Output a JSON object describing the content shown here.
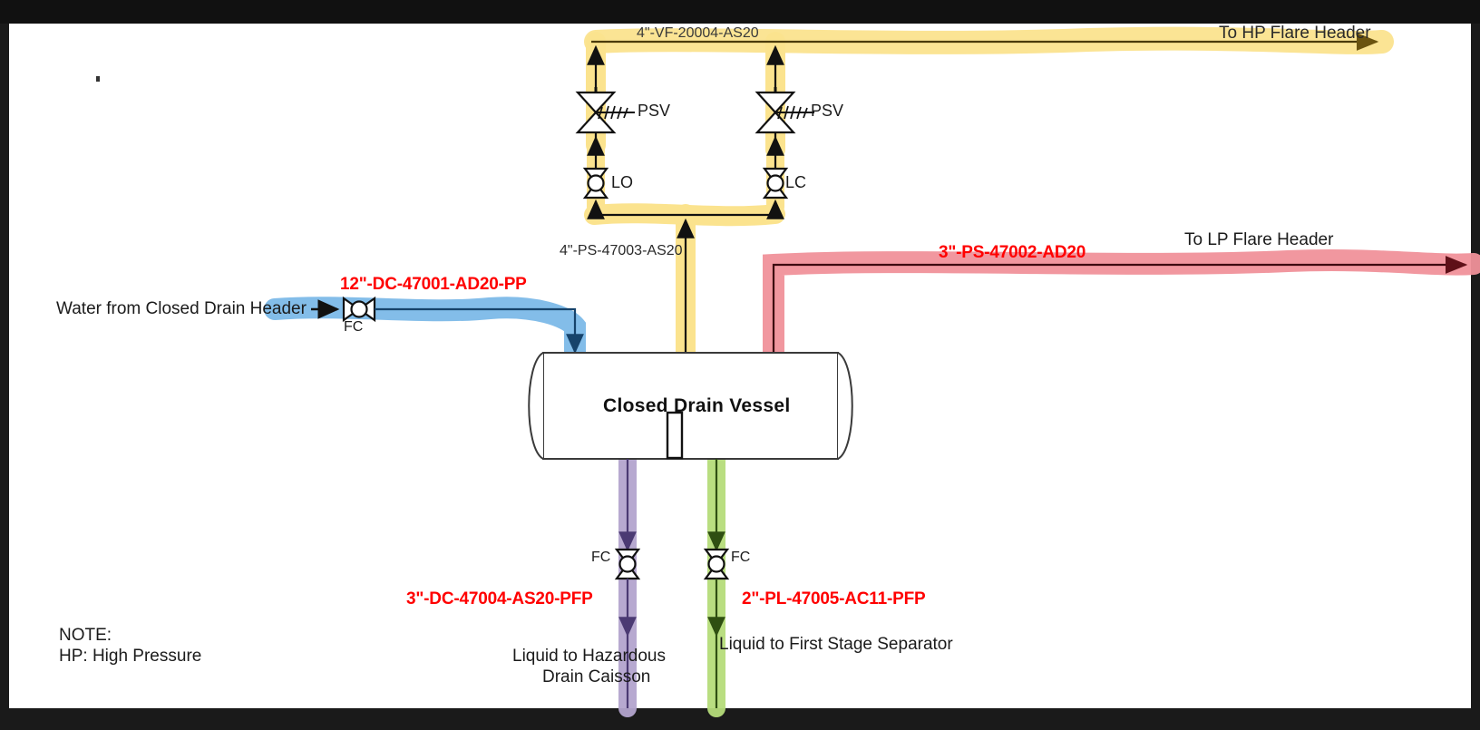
{
  "diagram": {
    "type": "P&ID",
    "title": "Closed Drain Vessel",
    "dot_marker": ".",
    "note": {
      "heading": "NOTE:",
      "lines": [
        "HP: High Pressure"
      ]
    },
    "equipment": [
      {
        "id": "closed-drain-vessel",
        "label": "Closed Drain Vessel",
        "shape": "horizontal-drum"
      }
    ],
    "lines": [
      {
        "id": "hp-flare-header",
        "tag": "4\"-VF-20004-AS20",
        "color": "#fbe38e",
        "line_color": "#8a6d14",
        "destination": "To HP Flare Header",
        "service": "vent-flare"
      },
      {
        "id": "psv-inlet-header",
        "tag": "4\"-PS-47003-AS20",
        "color": "#fbe38e",
        "line_color": "#8a6d14",
        "service": "pressure-safety"
      },
      {
        "id": "lp-flare-line",
        "tag": "3\"-PS-47002-AD20",
        "color": "#f0919a",
        "line_color": "#7a1520",
        "destination": "To LP Flare Header",
        "service": "pressure-safety"
      },
      {
        "id": "water-inlet",
        "tag": "12\"-DC-47001-AD20-PP",
        "color": "#7cb9e8",
        "line_color": "#16436b",
        "source": "Water from Closed Drain Header",
        "service": "drain-closed"
      },
      {
        "id": "hazardous-drain-outlet",
        "tag": "3\"-DC-47004-AS20-PFP",
        "color": "#b3a4cd",
        "line_color": "#4b3a73",
        "destination": "Liquid to Hazardous Drain Caisson",
        "service": "drain-closed"
      },
      {
        "id": "first-stage-outlet",
        "tag": "2\"-PL-47005-AC11-PFP",
        "color": "#b5dc7a",
        "line_color": "#2f4f12",
        "destination": "Liquid to First Stage Separator",
        "service": "produced-liquid"
      }
    ],
    "valves": [
      {
        "id": "psv-left",
        "label": "PSV",
        "type": "pressure-safety-valve"
      },
      {
        "id": "psv-right",
        "label": "PSV",
        "type": "pressure-safety-valve"
      },
      {
        "id": "lo-valve",
        "label": "LO",
        "type": "ball-valve",
        "meaning": "locked-open"
      },
      {
        "id": "lc-valve",
        "label": "LC",
        "type": "ball-valve",
        "meaning": "locked-closed"
      },
      {
        "id": "inlet-fc-valve",
        "label": "FC",
        "type": "control-valve",
        "meaning": "fail-close"
      },
      {
        "id": "hazardous-fc-valve",
        "label": "FC",
        "type": "ball-valve",
        "meaning": "fail-close"
      },
      {
        "id": "first-stage-fc-valve",
        "label": "FC",
        "type": "ball-valve",
        "meaning": "fail-close"
      }
    ],
    "labels": {
      "hp_flare_header": "To HP Flare Header",
      "lp_flare_header": "To LP Flare Header",
      "water_source": "Water from Closed Drain Header",
      "hazardous_caisson_1": "Liquid to Hazardous",
      "hazardous_caisson_2": "Drain Caisson",
      "first_stage_separator": "Liquid to First Stage Separator",
      "tag_hp_vent": "4\"-VF-20004-AS20",
      "tag_psv_inlet": "4\"-PS-47003-AS20",
      "tag_lp_flare": "3\"-PS-47002-AD20",
      "tag_water_inlet": "12\"-DC-47001-AD20-PP",
      "tag_hazardous": "3\"-DC-47004-AS20-PFP",
      "tag_first_stage": "2\"-PL-47005-AC11-PFP",
      "psv_left": "PSV",
      "psv_right": "PSV",
      "lo": "LO",
      "lc": "LC",
      "fc_inlet": "FC",
      "fc_hazardous": "FC",
      "fc_first_stage": "FC",
      "vessel": "Closed Drain Vessel",
      "note_heading": "NOTE:",
      "note_line_1": "HP: High Pressure"
    },
    "colors": {
      "yellow_highlight": "#fbe38e",
      "red_highlight": "#f0919a",
      "blue_highlight": "#7cb9e8",
      "purple_highlight": "#b3a4cd",
      "green_highlight": "#b5dc7a",
      "tag_text": "#ff0000",
      "sheet_background": "#ffffff",
      "frame": "#1a1a1a"
    }
  }
}
